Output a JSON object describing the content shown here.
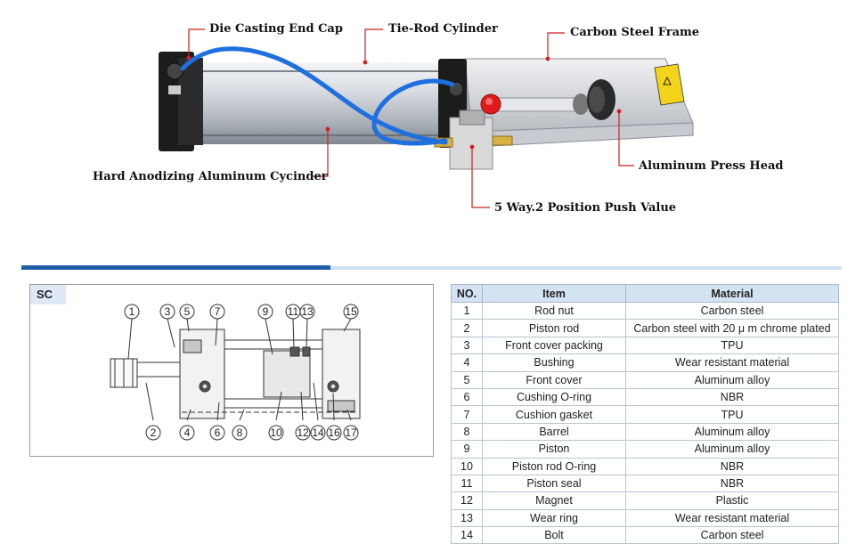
{
  "callouts": {
    "die_casting_end_cap": "Die Casting End Cap",
    "tie_rod_cylinder": "Tie-Rod Cylinder",
    "carbon_steel_frame": "Carbon Steel Frame",
    "hard_anodizing_cylinder": "Hard Anodizing Aluminum Cycinder",
    "aluminum_press_head": "Aluminum Press Head",
    "push_valve": "5 Way.2 Position Push Value"
  },
  "diagram": {
    "tag": "SC",
    "numbers_top": [
      "1",
      "3",
      "5",
      "7",
      "9",
      "11",
      "13",
      "15"
    ],
    "numbers_bottom": [
      "2",
      "4",
      "6",
      "8",
      "10",
      "12",
      "14",
      "16",
      "17"
    ]
  },
  "table": {
    "headers": [
      "NO.",
      "Item",
      "Material"
    ],
    "rows": [
      [
        "1",
        "Rod nut",
        "Carbon steel"
      ],
      [
        "2",
        "Piston rod",
        "Carbon steel with 20 μ m chrome plated"
      ],
      [
        "3",
        "Front cover packing",
        "TPU"
      ],
      [
        "4",
        "Bushing",
        "Wear resistant material"
      ],
      [
        "5",
        "Front cover",
        "Aluminum alloy"
      ],
      [
        "6",
        "Cushing O-ring",
        "NBR"
      ],
      [
        "7",
        "Cushion gasket",
        "TPU"
      ],
      [
        "8",
        "Barrel",
        "Aluminum alloy"
      ],
      [
        "9",
        "Piston",
        "Aluminum alloy"
      ],
      [
        "10",
        "Piston rod O-ring",
        "NBR"
      ],
      [
        "11",
        "Piston seal",
        "NBR"
      ],
      [
        "12",
        "Magnet",
        "Plastic"
      ],
      [
        "13",
        "Wear ring",
        "Wear resistant material"
      ],
      [
        "14",
        "Bolt",
        "Carbon steel"
      ]
    ]
  },
  "colors": {
    "accent_blue": "#1f5ea8",
    "light_blue": "#cfe1f3",
    "leader_red": "#d21f1f",
    "hose_blue": "#1e6fe0"
  }
}
